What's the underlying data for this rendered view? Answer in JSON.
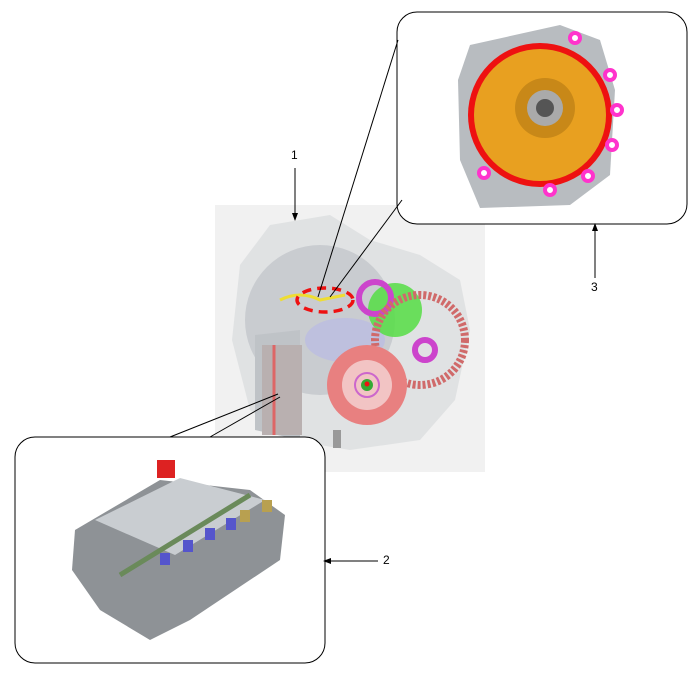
{
  "callouts": {
    "label_1": "1",
    "label_2": "2",
    "label_3": "3"
  },
  "colors": {
    "housing": "#d4d6d8",
    "torque_converter": "#e87878",
    "gear_green": "#55dd44",
    "gear_magenta": "#cc44cc",
    "bolt_pink": "#ff33cc",
    "oil_pump_orange": "#e8a020",
    "seal_red": "#ee1111"
  }
}
